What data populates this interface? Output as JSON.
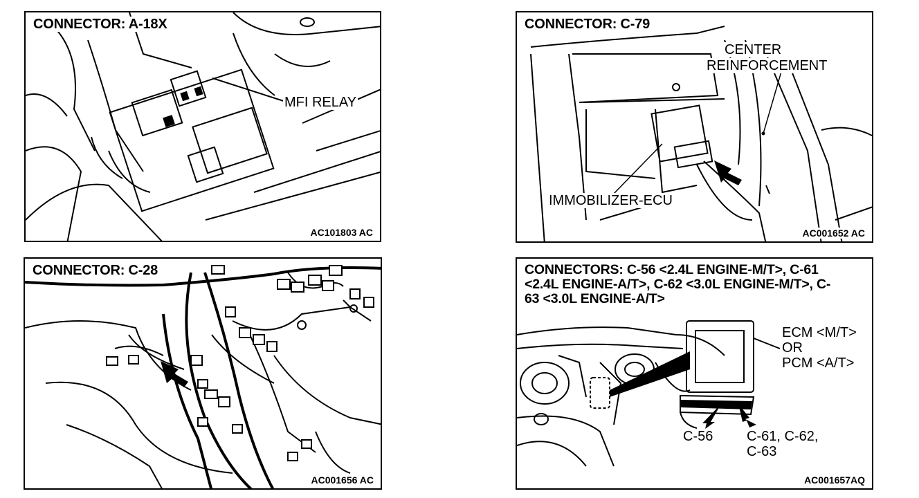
{
  "panels": [
    {
      "title": "CONNECTOR: A-18X",
      "labels": [
        "MFI RELAY"
      ],
      "code": "AC101803 AC"
    },
    {
      "title": "CONNECTOR: C-79",
      "labels": [
        "CENTER",
        "REINFORCEMENT",
        "IMMOBILIZER-ECU"
      ],
      "code": "AC001652 AC"
    },
    {
      "title": "CONNECTOR: C-28",
      "labels": [],
      "code": "AC001656 AC"
    },
    {
      "title": "CONNECTORS: C-56 <2.4L ENGINE-M/T>, C-61 <2.4L ENGINE-A/T>, C-62 <3.0L ENGINE-M/T>, C-63 <3.0L ENGINE-A/T>",
      "labels": [
        "ECM <M/T>",
        "OR",
        "PCM <A/T>",
        "C-56",
        "C-61, C-62,",
        "C-63"
      ],
      "code": "AC001657AQ"
    }
  ]
}
